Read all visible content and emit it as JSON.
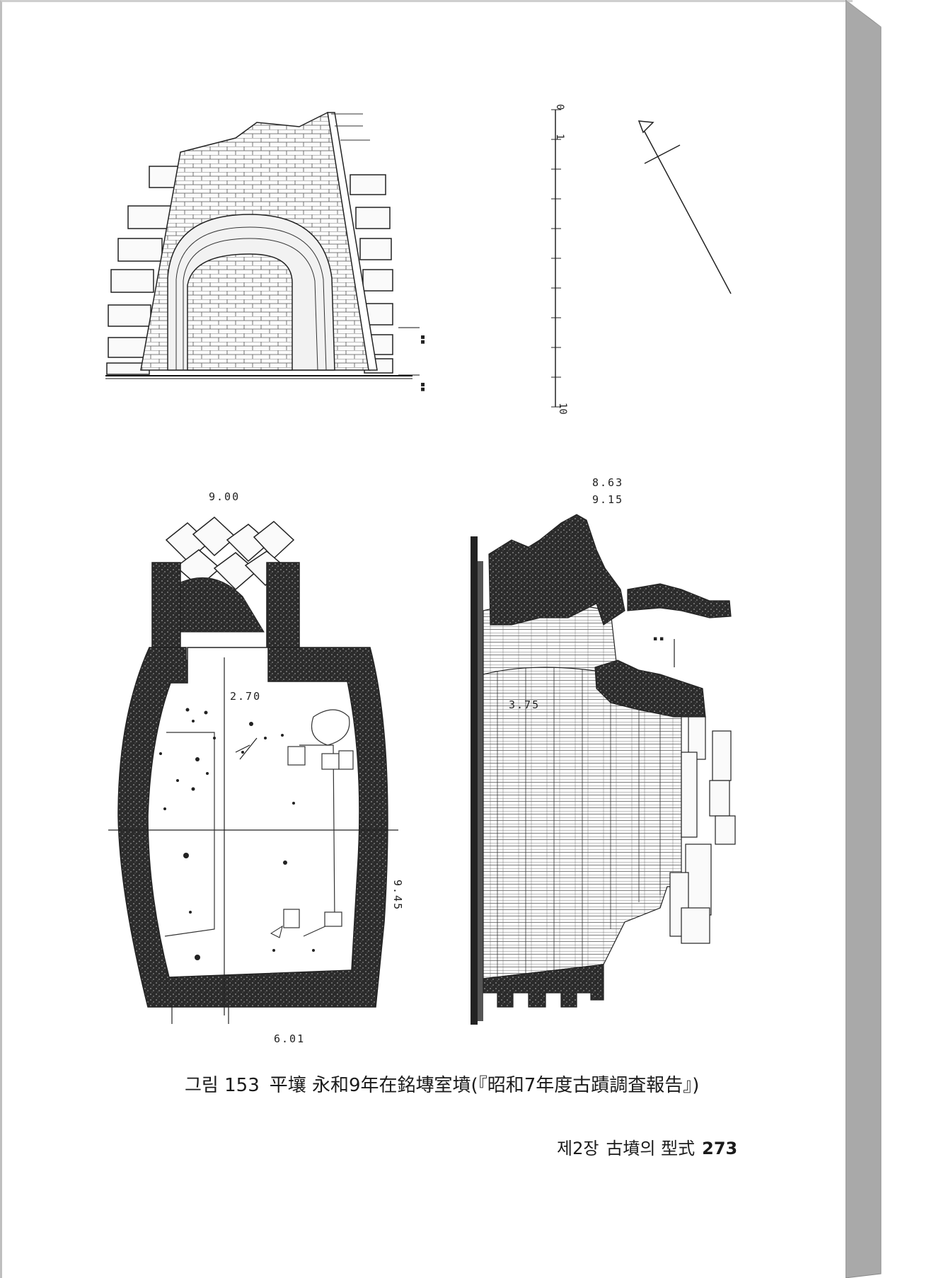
{
  "figure": {
    "measurements": {
      "plan_top_width": "9.00",
      "plan_inner": "2.70",
      "plan_height": "9.45",
      "plan_bottom_width": "6.01",
      "section_top_a": "8.63",
      "section_top_b": "9.15",
      "section_inner": "3.75"
    },
    "scale": {
      "start": "0",
      "one": "1",
      "end": "10"
    }
  },
  "caption": {
    "label": "그림 153",
    "title": "平壤 永和9年在銘塼室墳",
    "source": "(『昭和7年度古蹟調査報告』)"
  },
  "running_head": {
    "chapter": "제2장",
    "title": "古墳의 型式",
    "page_number": "273"
  }
}
